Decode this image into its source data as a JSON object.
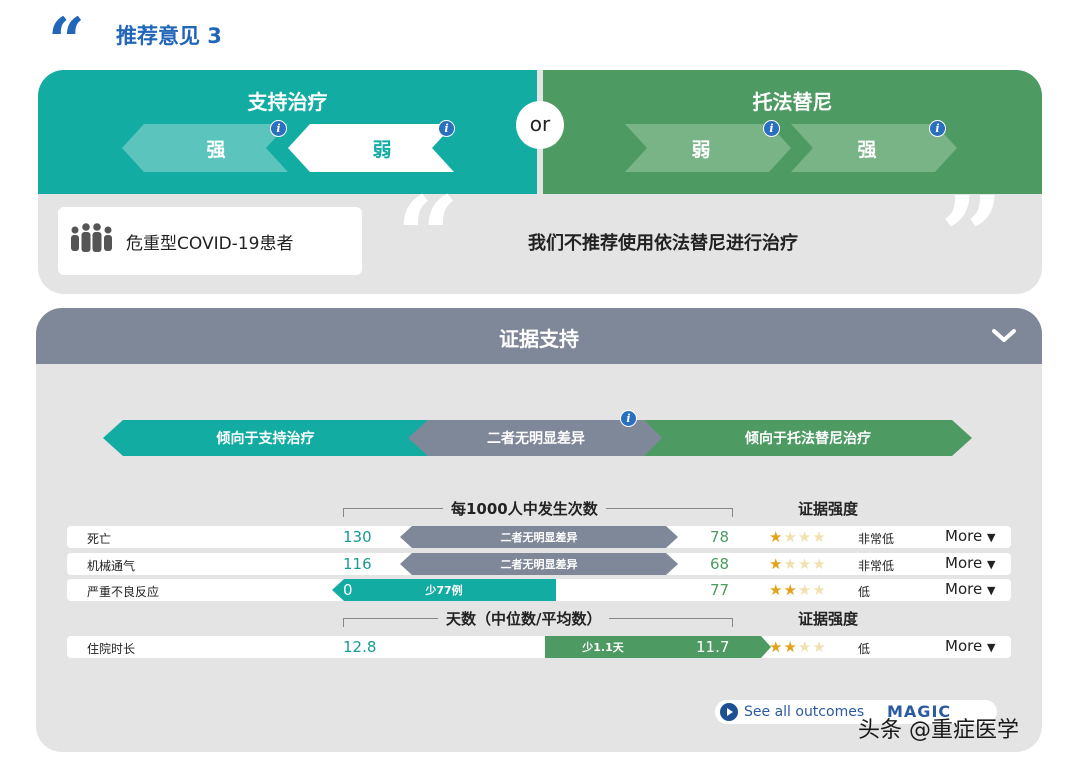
{
  "header": {
    "title": "推荐意见 3"
  },
  "recommendation": {
    "left_panel": {
      "title": "支持治疗",
      "strong_label": "强",
      "weak_label": "弱"
    },
    "or_label": "or",
    "right_panel": {
      "title": "托法替尼",
      "weak_label": "弱",
      "strong_label": "强"
    },
    "population": "危重型COVID-19患者",
    "statement": "我们不推荐使用依法替尼进行治疗"
  },
  "evidence": {
    "title": "证据支持",
    "favors_left": "倾向于支持治疗",
    "no_difference": "二者无明显差异",
    "favors_right": "倾向于托法替尼治疗",
    "events_header": "每1000人中发生次数",
    "days_header": "天数（中位数/平均数）",
    "certainty_header": "证据强度",
    "more_label": "More",
    "outcomes": [
      {
        "name": "死亡",
        "left": "130",
        "right": "78",
        "diff": "二者无明显差异",
        "stars": 1,
        "certainty": "非常低"
      },
      {
        "name": "机械通气",
        "left": "116",
        "right": "68",
        "diff": "二者无明显差异",
        "stars": 1,
        "certainty": "非常低"
      },
      {
        "name": "严重不良反应",
        "left": "0",
        "right": "77",
        "diff": "少77例",
        "stars": 2,
        "certainty": "低"
      },
      {
        "name": "住院时长",
        "left": "12.8",
        "right": "11.7",
        "diff": "少1.1天",
        "stars": 2,
        "certainty": "低"
      }
    ],
    "see_all": "See all outcomes",
    "logo": "MAGIC"
  },
  "watermark": "头条 @重症医学",
  "colors": {
    "teal": "#13aca3",
    "green": "#4d9a63",
    "gray": "#7f8898",
    "blue": "#2266b8"
  }
}
